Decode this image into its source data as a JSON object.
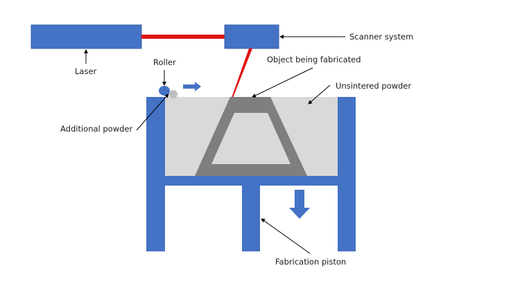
{
  "title": "Selective laser sintering schematic",
  "colors": {
    "component": "#4472c4",
    "laser_beam": "#e01010",
    "powder": "#d9d9d9",
    "object": "#7f7f7f",
    "background": "#ffffff",
    "leader": "#000000",
    "additional_powder": "#bfbfbf"
  },
  "labels": {
    "laser": "Laser",
    "scanner": "Scanner system",
    "roller": "Roller",
    "object": "Object being fabricated",
    "unsintered": "Unsintered powder",
    "additional_powder": "Additional powder",
    "piston": "Fabrication piston"
  }
}
